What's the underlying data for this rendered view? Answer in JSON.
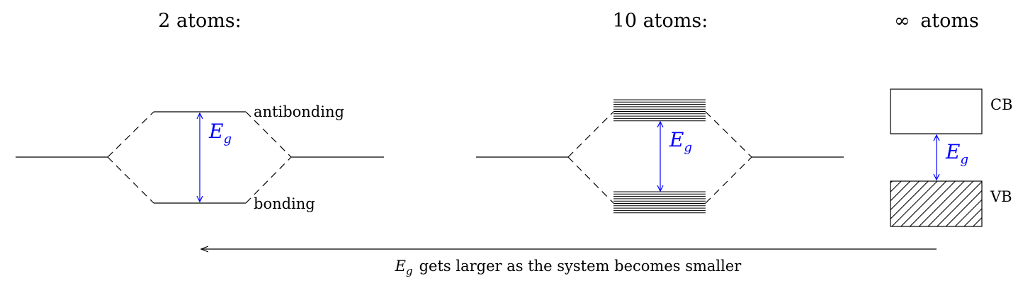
{
  "colors": {
    "line": "#000000",
    "gap_arrow": "#0000ff",
    "background": "#ffffff"
  },
  "panels": {
    "two_atoms": {
      "title": "2 atoms:",
      "antibonding_label": "antibonding",
      "bonding_label": "bonding",
      "gap_symbol": "E",
      "gap_subscript": "g"
    },
    "ten_atoms": {
      "title": "10 atoms:",
      "gap_symbol": "E",
      "gap_subscript": "g"
    },
    "infinite_atoms": {
      "title_symbol": "∞",
      "title_text": "atoms",
      "conduction_band_label": "CB",
      "valence_band_label": "VB",
      "gap_symbol": "E",
      "gap_subscript": "g"
    }
  },
  "caption": {
    "symbol": "E",
    "subscript": "g",
    "text": "gets larger as the system becomes smaller"
  }
}
